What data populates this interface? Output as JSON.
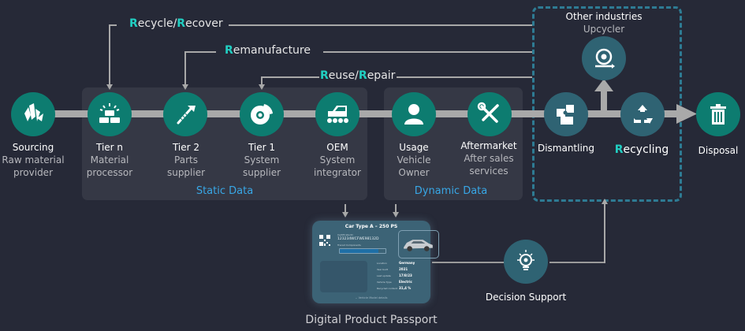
{
  "loops": [
    {
      "accent1": "R",
      "text1": "ecycle/",
      "accent2": "R",
      "text2": "ecover"
    },
    {
      "accent1": "R",
      "text1": "emanufacture",
      "accent2": "",
      "text2": ""
    },
    {
      "accent1": "R",
      "text1": "euse/",
      "accent2": "R",
      "text2": "epair"
    }
  ],
  "stages": [
    {
      "id": "sourcing",
      "title": "Sourcing",
      "sub1": "Raw material",
      "sub2": "provider",
      "icon": "crystal-icon"
    },
    {
      "id": "tier-n",
      "title": "Tier n",
      "sub1": "Material",
      "sub2": "processor",
      "icon": "gold-bars-icon"
    },
    {
      "id": "tier-2",
      "title": "Tier 2",
      "sub1": "Parts",
      "sub2": "supplier",
      "icon": "screw-icon"
    },
    {
      "id": "tier-1",
      "title": "Tier 1",
      "sub1": "System",
      "sub2": "supplier",
      "icon": "brake-disc-icon"
    },
    {
      "id": "oem",
      "title": "OEM",
      "sub1": "System",
      "sub2": "integrator",
      "icon": "car-assembly-icon"
    },
    {
      "id": "usage",
      "title": "Usage",
      "sub1": "Vehicle",
      "sub2": "Owner",
      "icon": "person-icon"
    },
    {
      "id": "aftermarket",
      "title": "Aftermarket",
      "sub1": "After sales",
      "sub2": "services",
      "icon": "tools-icon"
    },
    {
      "id": "dismantling",
      "title": "Dismantling",
      "icon": "puzzle-icon"
    },
    {
      "id": "recycling",
      "accent": "R",
      "title": "ecycling",
      "icon": "recycle-icon"
    },
    {
      "id": "disposal",
      "title": "Disposal",
      "icon": "trash-icon"
    }
  ],
  "upcycler": {
    "title": "Other industries",
    "sub": "Upcycler",
    "icon": "upcycle-gear-icon"
  },
  "sections": {
    "static": "Static Data",
    "dynamic": "Dynamic Data"
  },
  "decision": {
    "title": "Decision Support",
    "icon": "lightbulb-gear-icon"
  },
  "dpp": {
    "caption": "Digital Product Passport",
    "card_title": "Car Type A – 250 PS",
    "cert_label": "Certificate ID",
    "cert_id": "123234WCFWE98132D",
    "traced_label": "Traced Components",
    "traced_progress": 0.85,
    "rows": [
      {
        "label": "Location",
        "value": "Germany"
      },
      {
        "label": "Year built",
        "value": "2021"
      },
      {
        "label": "Last update",
        "value": "17/8/23"
      },
      {
        "label": "Vehicle Type",
        "value": "Electric"
      },
      {
        "label": "Recycled content",
        "value": "31,4 %"
      }
    ],
    "footer": "Vehicle Model details"
  },
  "colors": {
    "background": "#262937",
    "panel": "#353845",
    "teal": "#0d7c70",
    "slate": "#2f6373",
    "accent_r": "#21cfc2",
    "section_blue": "#38a7e6",
    "dashed_border": "#2e7b93"
  }
}
